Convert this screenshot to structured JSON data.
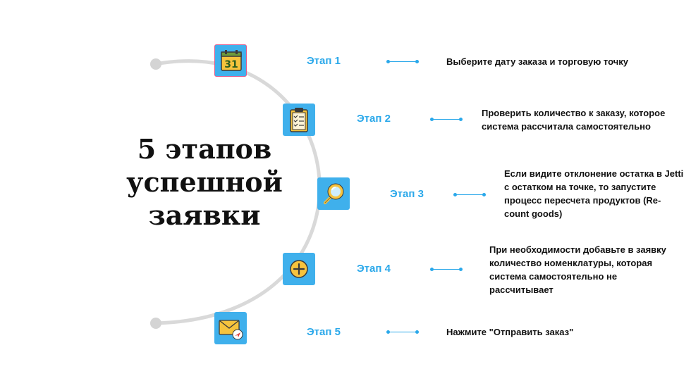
{
  "title_lines": [
    "5 этапов",
    "успешной",
    "заявки"
  ],
  "colors": {
    "accent": "#2aa8ea",
    "icon_bg": "#3fb0ec",
    "arc": "#d9d9d9",
    "icon_yellow": "#f6c33d"
  },
  "steps": [
    {
      "label": "Этап 1",
      "icon": "calendar-icon",
      "calendar_day": "31",
      "description": "Выберите дату заказа и торговую точку"
    },
    {
      "label": "Этап 2",
      "icon": "clipboard-checklist-icon",
      "description": "Проверить количество к заказу, которое система рассчитала самостоятельно"
    },
    {
      "label": "Этап 3",
      "icon": "magnifier-icon",
      "description": "Если видите отклонение остатка в Jetti с остатком на точке, то запустите процесс пересчета продуктов (Re-count goods)"
    },
    {
      "label": "Этап 4",
      "icon": "plus-circle-icon",
      "description": "При необходимости добавьте в заявку количество номенклатуры, которая система самостоятельно не рассчитывает"
    },
    {
      "label": "Этап 5",
      "icon": "envelope-send-icon",
      "description": "Нажмите \"Отправить заказ\""
    }
  ]
}
